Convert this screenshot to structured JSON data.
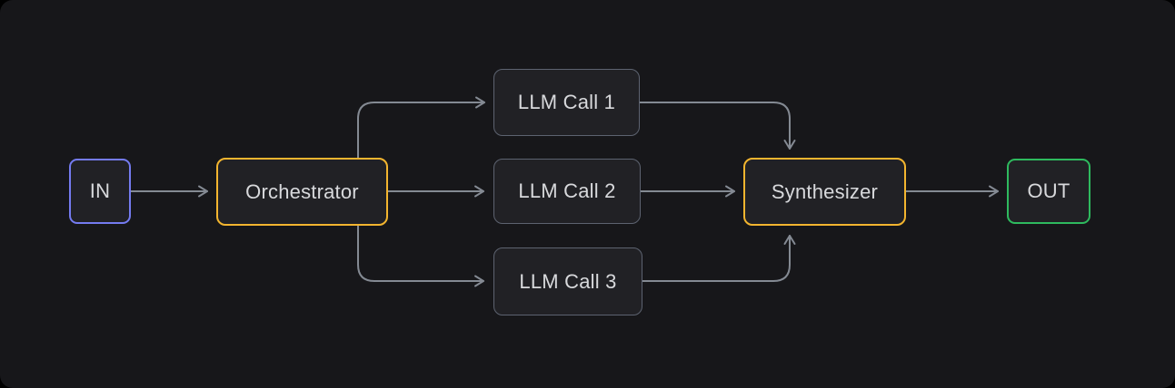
{
  "diagram": {
    "background_color": "#17171a",
    "edge_color": "#848a93",
    "text_color": "#d8d9dc",
    "node_fill_color": "#212125",
    "nodes": [
      {
        "id": "in",
        "label": "IN",
        "border_color": "#747bf0"
      },
      {
        "id": "orchestrator",
        "label": "Orchestrator",
        "border_color": "#f3b52f"
      },
      {
        "id": "llm-call-1",
        "label": "LLM Call 1",
        "border_color": "#5d6370"
      },
      {
        "id": "llm-call-2",
        "label": "LLM Call 2",
        "border_color": "#5d6370"
      },
      {
        "id": "llm-call-3",
        "label": "LLM Call 3",
        "border_color": "#5d6370"
      },
      {
        "id": "synthesizer",
        "label": "Synthesizer",
        "border_color": "#f3b52f"
      },
      {
        "id": "out",
        "label": "OUT",
        "border_color": "#2eba5e"
      }
    ],
    "edges": [
      {
        "from": "in",
        "to": "orchestrator"
      },
      {
        "from": "orchestrator",
        "to": "llm-call-1"
      },
      {
        "from": "orchestrator",
        "to": "llm-call-2"
      },
      {
        "from": "orchestrator",
        "to": "llm-call-3"
      },
      {
        "from": "llm-call-1",
        "to": "synthesizer"
      },
      {
        "from": "llm-call-2",
        "to": "synthesizer"
      },
      {
        "from": "llm-call-3",
        "to": "synthesizer"
      },
      {
        "from": "synthesizer",
        "to": "out"
      }
    ]
  }
}
